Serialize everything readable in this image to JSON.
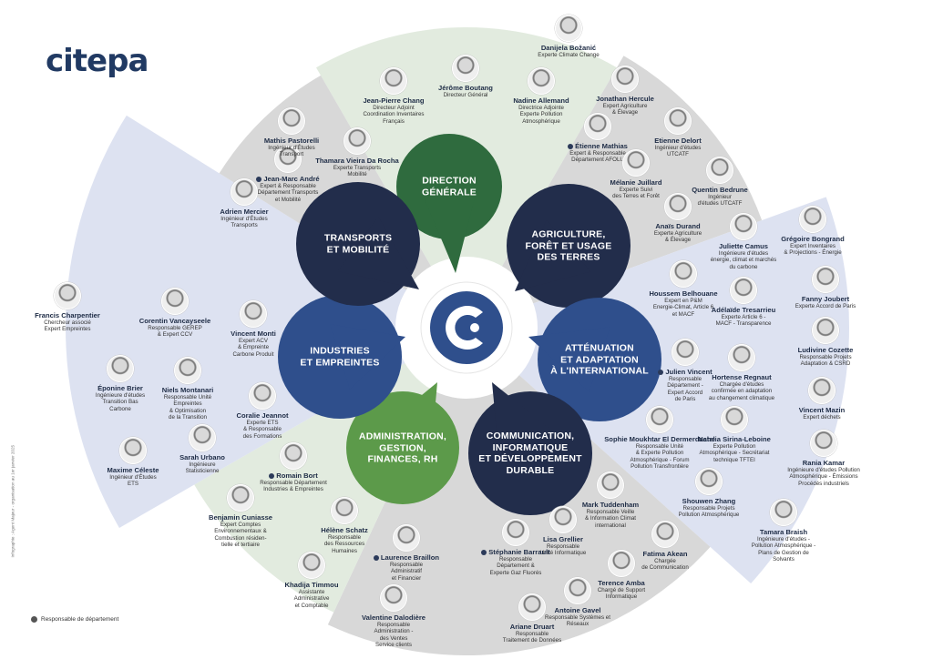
{
  "logo": {
    "text": "citepa"
  },
  "colors": {
    "navy": "#222d4b",
    "blue": "#2f4f8c",
    "green": "#2f6b3e",
    "lightgreen": "#5c9a4a",
    "grey": "#d4d4d4",
    "paleblue": "#d9dff0",
    "palegreen": "#dfe9db"
  },
  "center_icon": "citepa-c-icon",
  "departments": [
    {
      "key": "direction",
      "label": "DIRECTION\nGÉNÉRALE"
    },
    {
      "key": "agriculture",
      "label": "AGRICULTURE,\nFORÊT ET USAGE\nDES TERRES"
    },
    {
      "key": "attenuation",
      "label": "ATTÉNUATION\nET ADAPTATION\nÀ L'INTERNATIONAL"
    },
    {
      "key": "communication",
      "label": "COMMUNICATION,\nINFORMATIQUE\nET DÉVELOPPEMENT\nDURABLE"
    },
    {
      "key": "administration",
      "label": "ADMINISTRATION,\nGESTION,\nFINANCES, RH"
    },
    {
      "key": "industries",
      "label": "INDUSTRIES\nET EMPREINTES"
    },
    {
      "key": "transports",
      "label": "TRANSPORTS\nET MOBILITÉ"
    }
  ],
  "people": [
    {
      "name": "Danijela Božanić",
      "role": "Experte Climate Change",
      "head": false
    },
    {
      "name": "Jérôme Boutang",
      "role": "Directeur Général",
      "head": false
    },
    {
      "name": "Jean-Pierre Chang",
      "role": "Directeur Adjoint\nCoordination Inventaires\nFrançais",
      "head": false
    },
    {
      "name": "Nadine Allemand",
      "role": "Directrice Adjointe\nExperte Pollution\nAtmosphérique",
      "head": false
    },
    {
      "name": "Jonathan Hercule",
      "role": "Expert Agriculture\n& Élevage",
      "head": false
    },
    {
      "name": "Étienne Mathias",
      "role": "Expert & Responsable\nDépartement AFOLU",
      "head": true
    },
    {
      "name": "Etienne Delort",
      "role": "Ingénieur d'études\nUTCATF",
      "head": false
    },
    {
      "name": "Mélanie Juillard",
      "role": "Experte Suivi\ndes Terres et Forêt",
      "head": false
    },
    {
      "name": "Quentin Bedrune",
      "role": "Ingénieur\nd'études UTCATF",
      "head": false
    },
    {
      "name": "Anaïs Durand",
      "role": "Experte Agriculture\n& Élevage",
      "head": false
    },
    {
      "name": "Juliette Camus",
      "role": "Ingénieure d'études\nénergie, climat et marchés\ndu carbone",
      "head": false
    },
    {
      "name": "Grégoire Bongrand",
      "role": "Expert Inventaires\n& Projections - Énergie",
      "head": false
    },
    {
      "name": "Houssem Belhouane",
      "role": "Expert en P&M\nEnergie-Climat, Article 6\net MACF",
      "head": false
    },
    {
      "name": "Fanny Joubert",
      "role": "Experte Accord de Paris",
      "head": false
    },
    {
      "name": "Adélaïde Tresarrieu",
      "role": "Experte Article 6 -\nMACF - Transparence",
      "head": false
    },
    {
      "name": "Ludivine Cozette",
      "role": "Responsable Projets\nAdaptation & CSRD",
      "head": false
    },
    {
      "name": "Julien Vincent",
      "role": "Responsable\nDépartement -\nExpert Accord\nde Paris",
      "head": true
    },
    {
      "name": "Hortense Regnaut",
      "role": "Chargée d'études\nconfirmée en adaptation\nau changement climatique",
      "head": false
    },
    {
      "name": "Vincent Mazin",
      "role": "Expert déchets",
      "head": false
    },
    {
      "name": "Sophie Moukhtar El Dermerdache",
      "role": "Responsable Unité\n& Experte Pollution\nAtmosphérique - Forum\nPollution Transfrontière",
      "head": false
    },
    {
      "name": "Natalia Sirina-Leboine",
      "role": "Experte Pollution\nAtmosphérique - Secrétariat\ntechnique TFTEI",
      "head": false
    },
    {
      "name": "Rania Kamar",
      "role": "Ingénieure d'études Pollution\nAtmosphérique - Émissions\nProcédés industriels",
      "head": false
    },
    {
      "name": "Shouwen Zhang",
      "role": "Responsable Projets\nPollution Atmosphérique",
      "head": false
    },
    {
      "name": "Mark Tuddenham",
      "role": "Responsable Veille\n& Information Climat\ninternational",
      "head": false
    },
    {
      "name": "Tamara Braish",
      "role": "Ingénieure d'études -\nPollution Atmosphérique -\nPlans de Gestion de\nSolvants",
      "head": false
    },
    {
      "name": "Lisa Grellier",
      "role": "Responsable\nUnité Informatique",
      "head": false
    },
    {
      "name": "Fatima Akean",
      "role": "Chargée\nde Communication",
      "head": false
    },
    {
      "name": "Stéphanie Barrault",
      "role": "Responsable\nDépartement &\nExperte Gaz Fluorés",
      "head": true
    },
    {
      "name": "Terence Amba",
      "role": "Chargé de Support\nInformatique",
      "head": false
    },
    {
      "name": "Antoine Gavel",
      "role": "Responsable Systèmes et\nRéseaux",
      "head": false
    },
    {
      "name": "Ariane Druart",
      "role": "Responsable\nTraitement de Données",
      "head": false
    },
    {
      "name": "Valentine Dalodière",
      "role": "Responsable\nAdministration -\ndes Ventes\nService clients",
      "head": false
    },
    {
      "name": "Khadija Timmou",
      "role": "Assistante\nAdministrative\net Comptable",
      "head": false
    },
    {
      "name": "Laurence Braillon",
      "role": "Responsable\nAdministratif\net Financier",
      "head": true
    },
    {
      "name": "Hélène Schatz",
      "role": "Responsable\ndes Ressources\nHumaines",
      "head": false
    },
    {
      "name": "Benjamin Cuniasse",
      "role": "Expert Comptes\nEnvironnementaux &\nCombustion résiden-\ntielle et tertiaire",
      "head": false
    },
    {
      "name": "Romain Bort",
      "role": "Responsable Département\nIndustries & Empreintes",
      "head": true
    },
    {
      "name": "Sarah Urbano",
      "role": "Ingénieure\nStatisticienne",
      "head": false
    },
    {
      "name": "Maxime Céleste",
      "role": "Ingénieur d'Études\nETS",
      "head": false
    },
    {
      "name": "Coralie Jeannot",
      "role": "Experte ETS\n& Responsable\ndes Formations",
      "head": false
    },
    {
      "name": "Niels Montanari",
      "role": "Responsable Unité\nEmpreintes\n& Optimisation\nde la Transition",
      "head": false
    },
    {
      "name": "Éponine Brier",
      "role": "Ingénieure d'études\nTransition Bas\nCarbone",
      "head": false
    },
    {
      "name": "Vincent Monti",
      "role": "Expert ACV\n& Empreinte\nCarbone Produit",
      "head": false
    },
    {
      "name": "Corentin Vancayseele",
      "role": "Responsable GEREP\n& Expert CCV",
      "head": false
    },
    {
      "name": "Francis Charpentier",
      "role": "Chercheur associé\nExpert Empreintes",
      "head": false
    },
    {
      "name": "Adrien Mercier",
      "role": "Ingénieur d'Études\nTransports",
      "head": false
    },
    {
      "name": "Jean-Marc André",
      "role": "Expert & Responsable\nDépartement Transports\net Mobilité",
      "head": true
    },
    {
      "name": "Thamara Vieira Da Rocha",
      "role": "Experte Transports\nMobilité",
      "head": false
    },
    {
      "name": "Mathis Pastorelli",
      "role": "Ingénieur d'Études\nTransport",
      "head": false
    }
  ],
  "legend": {
    "label": "Responsable de département"
  },
  "credit": "Infographie : Agent Majeur - organisation au 1er janvier 2025"
}
